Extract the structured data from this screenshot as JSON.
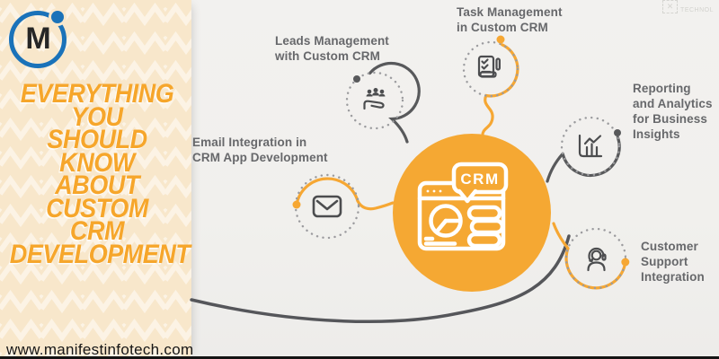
{
  "logo": {
    "letter": "M"
  },
  "watermark": {
    "glyph": "✕",
    "text": "TECHNOL"
  },
  "title": {
    "lines": [
      "EVERYTHING",
      "YOU",
      "SHOULD",
      "KNOW",
      "ABOUT",
      "CUSTOM",
      "CRM",
      "DEVELOPMENT"
    ]
  },
  "center": {
    "label": "CRM"
  },
  "features": [
    {
      "name": "leads",
      "icon": "people-in-hand-icon",
      "accent": "gray",
      "lines": [
        "Leads Management",
        "with Custom CRM"
      ]
    },
    {
      "name": "task",
      "icon": "checklist-pen-icon",
      "accent": "orange",
      "lines": [
        "Task Management",
        "in Custom CRM"
      ]
    },
    {
      "name": "reporting",
      "icon": "bar-chart-icon",
      "accent": "gray",
      "lines": [
        "Reporting",
        "and Analytics",
        "for Business",
        "Insights"
      ]
    },
    {
      "name": "support",
      "icon": "headset-person-icon",
      "accent": "orange",
      "lines": [
        "Customer",
        "Support",
        "Integration"
      ]
    },
    {
      "name": "email",
      "icon": "envelope-icon",
      "accent": "orange",
      "lines": [
        "Email Integration in",
        "CRM App Development"
      ]
    }
  ],
  "footer": {
    "url": "www.manifestinfotech.com"
  },
  "colors": {
    "orange": "#f5a833",
    "title_orange": "#f6a62b",
    "line_gray": "#58595b",
    "icon_gray": "#4c4d4f",
    "label_gray": "#67686b",
    "logo_blue": "#1a72b9",
    "cream": "#f8e7cb"
  }
}
